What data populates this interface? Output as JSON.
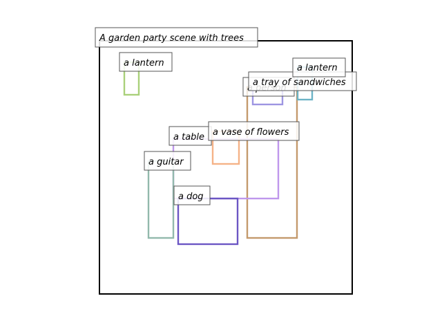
{
  "title": "A garden party scene with trees",
  "layers": [
    {
      "id": "person",
      "label": "a person",
      "color": "#c49a6c",
      "label_color": "#aaaaaa"
    },
    {
      "id": "tray",
      "label": "a tray of sandwiches",
      "color": "#9d95e2",
      "label_color": "#000000"
    },
    {
      "id": "lantern_right",
      "label": "a lantern",
      "color": "#6cb3c6",
      "label_color": "#000000"
    },
    {
      "id": "lantern_left",
      "label": "a lantern",
      "color": "#a9d07a",
      "label_color": "#000000"
    },
    {
      "id": "table",
      "label": "a table",
      "color": "#bf97ec",
      "label_color": "#000000"
    },
    {
      "id": "vase",
      "label": "a vase of flowers",
      "color": "#f5b287",
      "label_color": "#000000"
    },
    {
      "id": "guitar",
      "label": "a guitar",
      "color": "#92b9ac",
      "label_color": "#000000"
    },
    {
      "id": "dog",
      "label": "a dog",
      "color": "#6b56c4",
      "label_color": "#000000"
    }
  ]
}
